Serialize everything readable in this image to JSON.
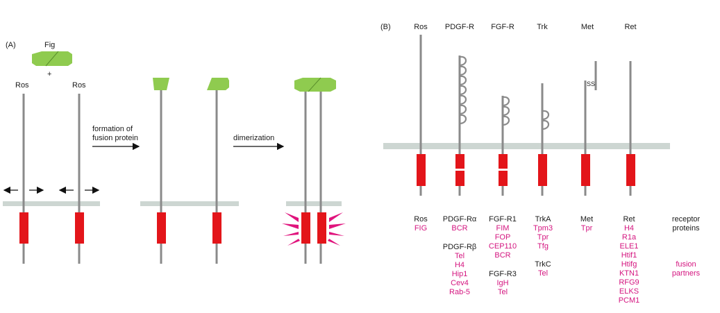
{
  "panelA": {
    "label": "(A)",
    "fig": "Fig",
    "plus": "+",
    "ros_left": "Ros",
    "ros_right": "Ros",
    "step1": [
      "formation of",
      "fusion protein"
    ],
    "step2": "dimerization"
  },
  "panelB": {
    "label": "(B)",
    "receptors": [
      {
        "name": "Ros",
        "receptor_proteins": [
          "Ros"
        ],
        "fusion_groups": [
          [
            "FIG"
          ]
        ]
      },
      {
        "name": "PDGF-R",
        "receptor_proteins": [
          "PDGF-Rα",
          "PDGF-Rβ"
        ],
        "fusion_groups": [
          [
            "BCR"
          ],
          [
            "Tel",
            "H4",
            "Hip1",
            "Cev4",
            "Rab-5"
          ]
        ]
      },
      {
        "name": "FGF-R",
        "receptor_proteins": [
          "FGF-R1",
          "FGF-R3"
        ],
        "fusion_groups": [
          [
            "FIM",
            "FOP",
            "CEP110",
            "BCR"
          ],
          [
            "IgH",
            "Tel"
          ]
        ]
      },
      {
        "name": "Trk",
        "receptor_proteins": [
          "TrkA",
          "TrkC"
        ],
        "fusion_groups": [
          [
            "Tpm3",
            "Tpr",
            "Tfg"
          ],
          [
            "Tel"
          ]
        ]
      },
      {
        "name": "Met",
        "receptor_proteins": [
          "Met"
        ],
        "fusion_groups": [
          [
            "Tpr"
          ]
        ],
        "disulfide": "SS"
      },
      {
        "name": "Ret",
        "receptor_proteins": [
          "Ret"
        ],
        "fusion_groups": [
          [
            "H4",
            "R1a",
            "ELE1",
            "Htif1",
            "Htifg",
            "KTN1",
            "RFG9",
            "ELKS",
            "PCM1"
          ]
        ]
      }
    ],
    "legend_receptor": [
      "receptor",
      "proteins"
    ],
    "legend_fusion": [
      "fusion",
      "partners"
    ]
  },
  "colors": {
    "receptor_text": "#1a1a1a",
    "fusion_text": "#d4147f",
    "transmembrane": "#e3151a",
    "membrane": "#cdd6d2",
    "stem": "#8a8a8a",
    "ligand": "#8fcb4f",
    "activation": "#e0147d"
  }
}
